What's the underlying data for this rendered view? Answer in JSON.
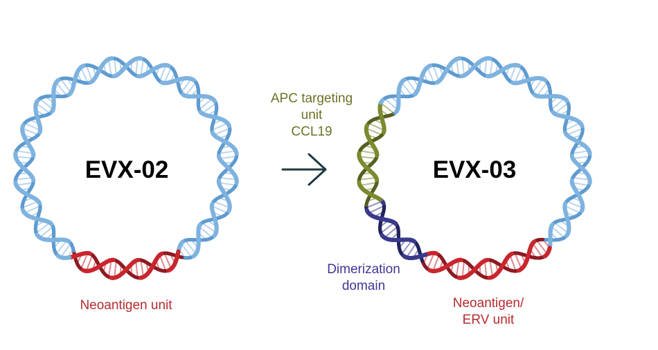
{
  "plasmid_left": {
    "title": "EVX-02",
    "segment_label": "Neoantigen unit"
  },
  "plasmid_right": {
    "title": "EVX-03",
    "apc_label": [
      "APC targeting",
      "unit",
      "CCL19"
    ],
    "dimerization_label": [
      "Dimerization",
      "domain"
    ],
    "segment_label": [
      "Neoantigen/",
      "ERV unit"
    ]
  },
  "colors": {
    "backbone": "#7fb3df",
    "neoantigen": "#c9272e",
    "neoantigen_dark": "#8e1b22",
    "apc": "#7c8a2e",
    "apc_dark": "#556021",
    "dimerization": "#3b3a8c",
    "dimerization_dark": "#23235e",
    "arrow": "#1d3a3f",
    "label_neoantigen": "#b52a2e",
    "label_apc": "#6b7227",
    "label_dimerization": "#3d3793"
  }
}
